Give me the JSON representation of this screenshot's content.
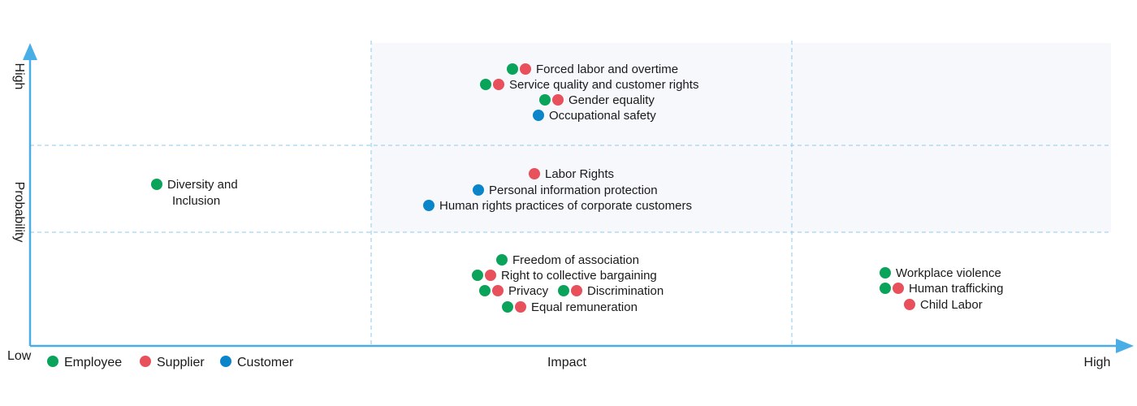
{
  "chart_data": {
    "type": "scatter",
    "title": "",
    "xlabel": "Impact",
    "ylabel": "Probability",
    "x_low_label": "Low",
    "x_high_label": "High",
    "y_high_label": "High",
    "grid": "3x3 quadrants, dashed",
    "colors": {
      "Employee": "#0aa35a",
      "Supplier": "#e8505b",
      "Customer": "#0a85c9",
      "axis": "#4aaee6",
      "zone_bg": "#f7f8fc"
    },
    "legend": [
      {
        "name": "Employee"
      },
      {
        "name": "Supplier"
      },
      {
        "name": "Customer"
      }
    ],
    "items": [
      {
        "label": "Forced labor and overtime",
        "impact": "Medium",
        "probability": "High",
        "groups": [
          "Employee",
          "Supplier"
        ]
      },
      {
        "label": "Service quality and customer rights",
        "impact": "Medium",
        "probability": "High",
        "groups": [
          "Employee",
          "Supplier"
        ]
      },
      {
        "label": "Gender equality",
        "impact": "Medium",
        "probability": "High",
        "groups": [
          "Employee",
          "Supplier"
        ]
      },
      {
        "label": "Occupational safety",
        "impact": "Medium",
        "probability": "High",
        "groups": [
          "Customer"
        ]
      },
      {
        "label": "Diversity and",
        "label2": "Inclusion",
        "impact": "Low",
        "probability": "Medium",
        "groups": [
          "Employee"
        ]
      },
      {
        "label": "Labor Rights",
        "impact": "Medium",
        "probability": "Medium",
        "groups": [
          "Supplier"
        ]
      },
      {
        "label": "Personal information protection",
        "impact": "Medium",
        "probability": "Medium",
        "groups": [
          "Customer"
        ]
      },
      {
        "label": "Human rights practices of corporate customers",
        "impact": "Medium",
        "probability": "Medium",
        "groups": [
          "Customer"
        ]
      },
      {
        "label": "Freedom of association",
        "impact": "Medium",
        "probability": "Low",
        "groups": [
          "Employee"
        ]
      },
      {
        "label": "Right to collective bargaining",
        "impact": "Medium",
        "probability": "Low",
        "groups": [
          "Employee",
          "Supplier"
        ]
      },
      {
        "label": "Privacy",
        "impact": "Medium",
        "probability": "Low",
        "groups": [
          "Employee",
          "Supplier"
        ]
      },
      {
        "label": "Discrimination",
        "impact": "Medium",
        "probability": "Low",
        "groups": [
          "Employee",
          "Supplier"
        ]
      },
      {
        "label": "Equal remuneration",
        "impact": "Medium",
        "probability": "Low",
        "groups": [
          "Employee",
          "Supplier"
        ]
      },
      {
        "label": "Workplace violence",
        "impact": "High",
        "probability": "Low",
        "groups": [
          "Employee"
        ]
      },
      {
        "label": "Human trafficking",
        "impact": "High",
        "probability": "Low",
        "groups": [
          "Employee",
          "Supplier"
        ]
      },
      {
        "label": "Child Labor",
        "impact": "High",
        "probability": "Low",
        "groups": [
          "Supplier"
        ]
      }
    ]
  }
}
